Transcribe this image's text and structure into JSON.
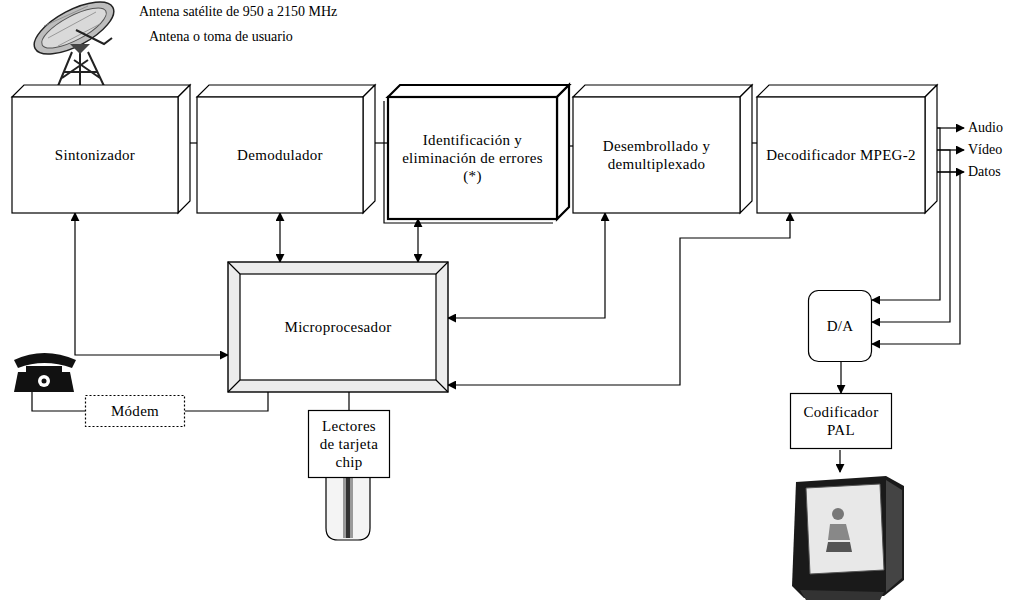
{
  "diagram": {
    "nodes": [
      {
        "text": [
          "Sintonizador"
        ]
      },
      {
        "text": [
          "Demodulador"
        ]
      },
      {
        "text": [
          "Identificación y eliminación de errores (*)"
        ]
      },
      {
        "text": [
          "Desembrollado y demultiplexado"
        ]
      },
      {
        "text": [
          "Decodificador MPEG-2"
        ]
      },
      {
        "text": [
          "Microprocesador"
        ]
      },
      {
        "text": [
          "Módem"
        ]
      },
      {
        "text": [
          "Lectores de tarjeta chip"
        ]
      },
      {
        "text": [
          "D/A"
        ]
      },
      {
        "text": [
          "Codificador PAL"
        ]
      }
    ],
    "edges": [
      {
        "from": 0,
        "to": 1,
        "arrow": "none"
      },
      {
        "from": 1,
        "to": 2,
        "arrow": "none"
      },
      {
        "from": 2,
        "to": 3,
        "arrow": "none"
      },
      {
        "from": 3,
        "to": 4,
        "arrow": "none"
      },
      {
        "from": 0,
        "to": 5,
        "arrow": "both"
      },
      {
        "from": 1,
        "to": 5,
        "arrow": "both"
      },
      {
        "from": 2,
        "to": 5,
        "arrow": "both"
      },
      {
        "from": 3,
        "to": 5,
        "arrow": "both"
      },
      {
        "from": 4,
        "to": 5,
        "arrow": "both"
      },
      {
        "from": 5,
        "to": 6,
        "arrow": "none"
      },
      {
        "from": 5,
        "to": 7,
        "arrow": "none"
      },
      {
        "from": 4,
        "to": 8,
        "arrow": "to"
      },
      {
        "from": 4,
        "to": 8,
        "arrow": "to"
      },
      {
        "from": 4,
        "to": 8,
        "arrow": "to"
      },
      {
        "from": 8,
        "to": 9,
        "arrow": "to"
      }
    ],
    "labels": [
      "Antena satélite  de 950 a 2150 MHz",
      "Antena o toma de usuario",
      "Audio",
      "Vídeo",
      "Datos"
    ]
  }
}
